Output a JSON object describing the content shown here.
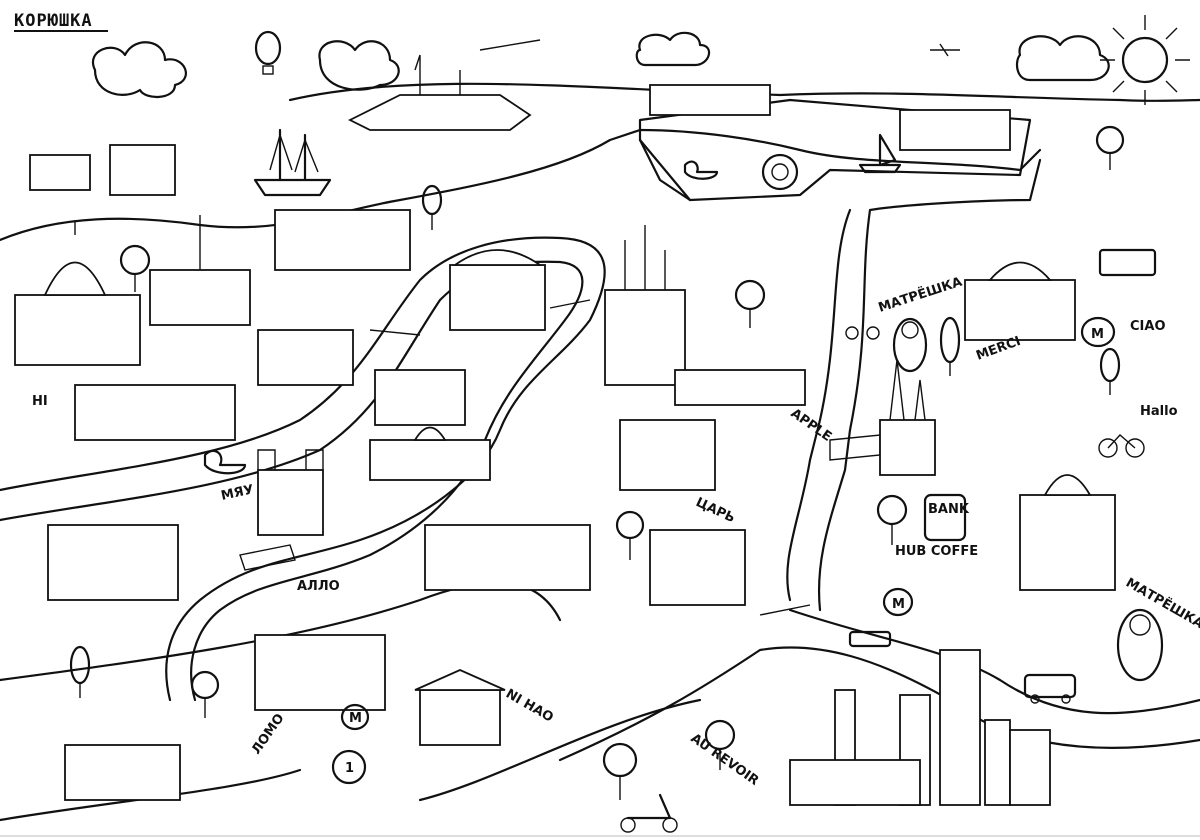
{
  "logo": "КОРЮШКА",
  "labels": {
    "matryoshka_1": "МАТРЁШКА",
    "matryoshka_2": "МАТРЁШКА",
    "ciao": "CIAO",
    "merci": "MERCI",
    "hallo": "Hallo",
    "apple": "APPLE",
    "tsar": "ЦАРЬ",
    "bank": "BANK",
    "hub_coffee": "HUB COFFE",
    "meow": "МЯУ",
    "allo": "АЛЛО",
    "lomo": "ЛОМО",
    "au_revoir": "AU REVOIR",
    "hi": "HI",
    "nihao": "NI HAO",
    "coin": "1",
    "metro": "M"
  },
  "colors": {
    "ink": "#111111",
    "paper": "#ffffff"
  }
}
